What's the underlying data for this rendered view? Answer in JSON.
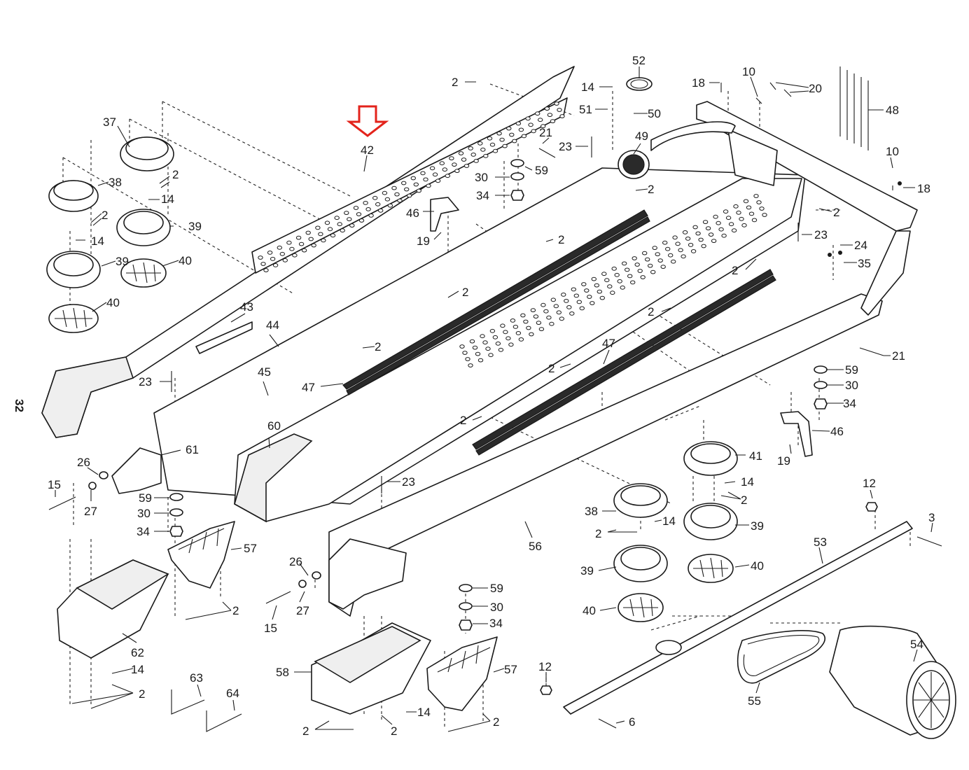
{
  "page_number": "32",
  "highlight_arrow_color": "#e3231b",
  "highlighted_part": "42",
  "callouts": {
    "c2a": "2",
    "c42": "42",
    "c37": "37",
    "c38a": "38",
    "c2b": "2",
    "c14a": "14",
    "c2c": "2",
    "c39a": "39",
    "c14b": "14",
    "c39b": "39",
    "c40a": "40",
    "c40b": "40",
    "c43": "43",
    "c44": "44",
    "c45": "45",
    "c23a": "23",
    "c47a": "47",
    "c2d": "2",
    "c46a": "46",
    "c19a": "19",
    "c21a": "21",
    "c23b": "23",
    "c59a": "59",
    "c30a": "30",
    "c34a": "34",
    "c14c": "14",
    "c51": "51",
    "c52": "52",
    "c50": "50",
    "c49": "49",
    "c18a": "18",
    "c10a": "10",
    "c20": "20",
    "c48": "48",
    "c10b": "10",
    "c18b": "18",
    "c2e": "2",
    "c23c": "23",
    "c24": "24",
    "c35": "35",
    "c2f": "2",
    "c2g": "2",
    "c2h": "2",
    "c2i": "2",
    "c21b": "21",
    "c59b": "59",
    "c30b": "30",
    "c34b": "34",
    "c46b": "46",
    "c19b": "19",
    "c47b": "47",
    "c2j": "2",
    "c2k": "2",
    "c60": "60",
    "c61": "61",
    "c26a": "26",
    "c15a": "15",
    "c27a": "27",
    "c59c": "59",
    "c30c": "30",
    "c34c": "34",
    "c57a": "57",
    "c2l": "2",
    "c62": "62",
    "c14d": "14",
    "c2m": "2",
    "c63": "63",
    "c64": "64",
    "c23d": "23",
    "c56": "56",
    "c26b": "26",
    "c27b": "27",
    "c15b": "15",
    "c59d": "59",
    "c30d": "30",
    "c34d": "34",
    "c58": "58",
    "c14e": "14",
    "c2n": "2",
    "c2o": "2",
    "c57b": "57",
    "c2p": "2",
    "c41": "41",
    "c14f": "14",
    "c2q": "2",
    "c38b": "38",
    "c14g": "14",
    "c2r": "2",
    "c39c": "39",
    "c39d": "39",
    "c40c": "40",
    "c40d": "40",
    "c12a": "12",
    "c3": "3",
    "c53": "53",
    "c12b": "12",
    "c6": "6",
    "c54": "54",
    "c55": "55",
    "c2s": "2"
  }
}
